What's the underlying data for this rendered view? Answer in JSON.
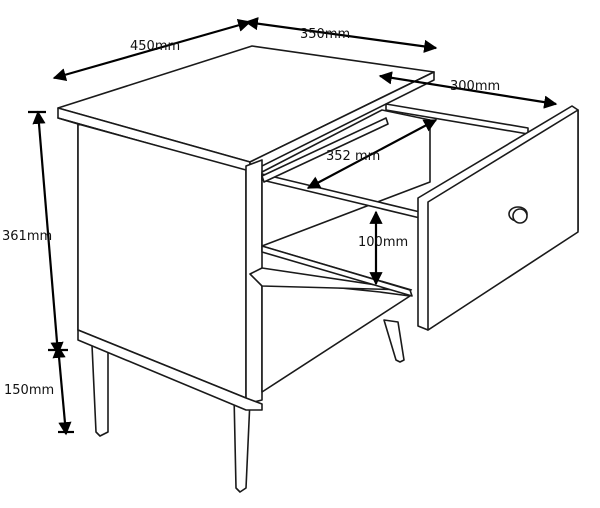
{
  "colors": {
    "ink": "#1a1a1a",
    "dimension": "#000000",
    "background": "#ffffff"
  },
  "dimensions": {
    "width": "450mm",
    "depth": "350mm",
    "drawer_depth": "300mm",
    "drawer_width": "352 mm",
    "drawer_height": "100mm",
    "body_height": "361mm",
    "leg_height": "150mm"
  }
}
